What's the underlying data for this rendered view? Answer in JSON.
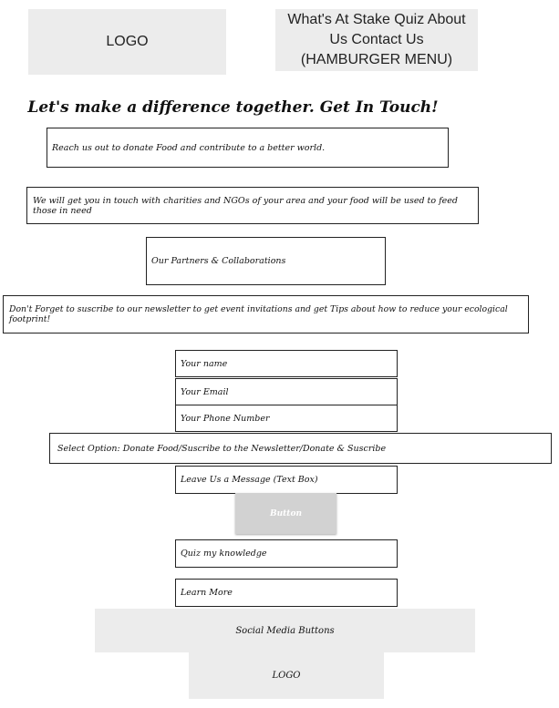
{
  "header": {
    "logo_text": "LOGO",
    "nav_text": "What's At Stake   Quiz  About Us Contact Us (HAMBURGER MENU)"
  },
  "main": {
    "headline": "Let's make a difference together. Get In Touch!",
    "reach_text": "Reach us out to donate Food and contribute to a better world.",
    "charities_text": "We will get you in touch with charities and NGOs of your area and your food will be used to feed those in need",
    "partners_text": "Our Partners & Collaborations",
    "newsletter_text": "Don't Forget to suscribe to our newsletter to get event invitations and get Tips about how to reduce your ecological footprint!"
  },
  "form": {
    "name_placeholder": "Your name",
    "email_placeholder": "Your Email",
    "phone_placeholder": "Your Phone Number",
    "select_text": "Select Option: Donate Food/Suscribe to the Newsletter/Donate & Suscribe",
    "message_placeholder": "Leave Us a Message (Text Box)",
    "button_label": "Button"
  },
  "links": {
    "quiz_label": "Quiz my knowledge",
    "learn_more_label": "Learn More"
  },
  "footer": {
    "social_text": "Social Media Buttons",
    "logo_text": "LOGO"
  }
}
